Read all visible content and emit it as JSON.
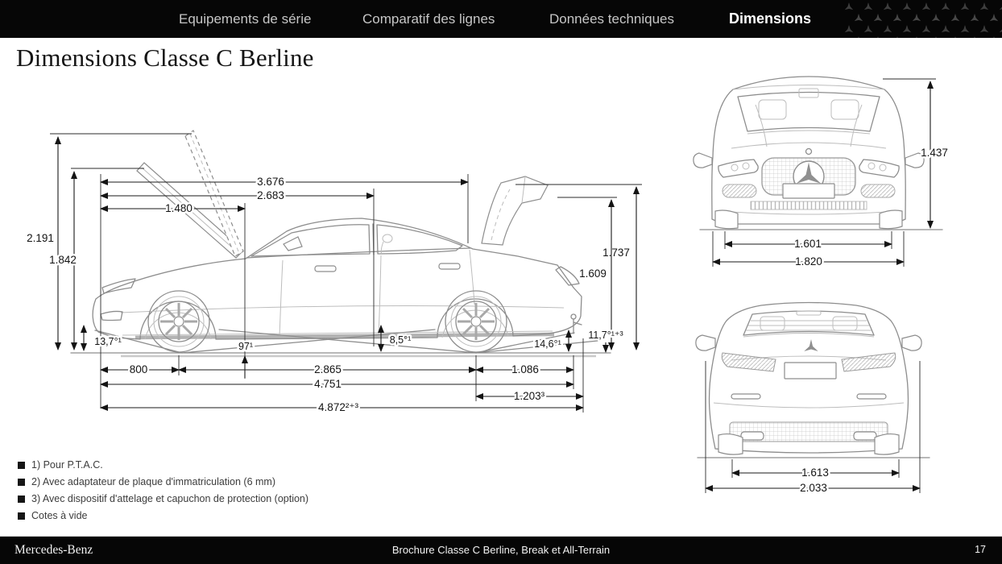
{
  "header": {
    "nav": [
      {
        "label": "Equipements de série",
        "active": false
      },
      {
        "label": "Comparatif des lignes",
        "active": false
      },
      {
        "label": "Données techniques",
        "active": false
      },
      {
        "label": "Dimensions",
        "active": true
      }
    ]
  },
  "page": {
    "title": "Dimensions Classe C Berline"
  },
  "side_view": {
    "top_dims": [
      "3.676",
      "2.683",
      "1.480"
    ],
    "height_dims": [
      "2.191",
      "1.842"
    ],
    "right_height_dims": [
      "1.737",
      "1.609"
    ],
    "angle_labels": [
      "13,7°¹",
      "97¹",
      "8,5°¹",
      "14,6°¹",
      "11,7°¹⁺³"
    ],
    "bottom_dims": [
      "800",
      "2.865",
      "1.086",
      "4.751",
      "1.203³",
      "4.872²⁺³"
    ]
  },
  "front_view": {
    "height": "1.437",
    "track": "1.601",
    "width": "1.820"
  },
  "rear_view": {
    "track": "1.613",
    "width_incl_mirrors": "2.033"
  },
  "footnotes": [
    "1) Pour P.T.A.C.",
    "2) Avec adaptateur de plaque d'immatriculation (6 mm)",
    "3) Avec dispositif d'attelage et capuchon de protection (option)",
    "Cotes à vide"
  ],
  "footer": {
    "brand": "Mercedes-Benz",
    "center": "Brochure Classe C Berline, Break et All-Terrain",
    "page": "17"
  }
}
